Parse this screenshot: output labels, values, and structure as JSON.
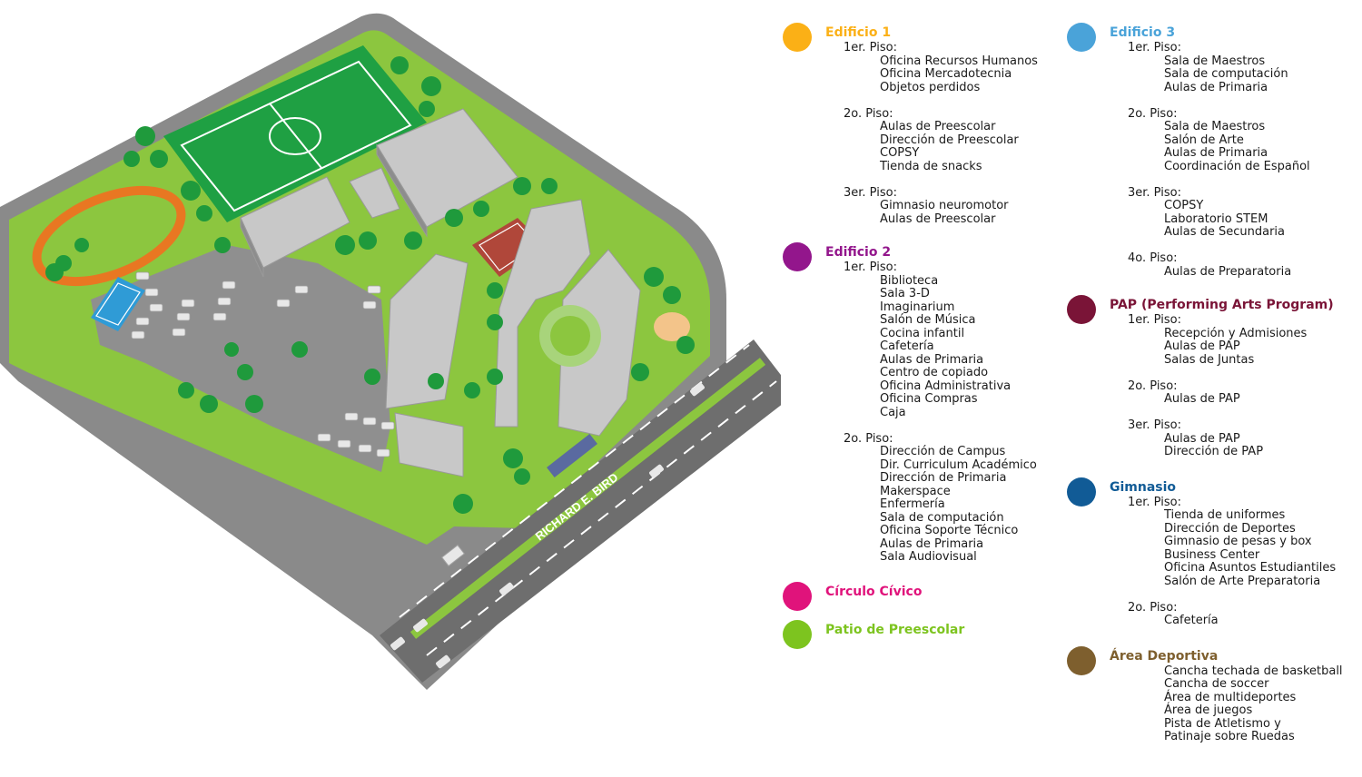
{
  "map": {
    "street_label": "RICHARD E. BIRD",
    "colors": {
      "road": "#8a8a8a",
      "grass": "#8cc63f",
      "field": "#1fa043",
      "track": "#e87722",
      "building": "#c8c8c8",
      "court": "#2f9bd6"
    }
  },
  "legend": {
    "col1": [
      {
        "title": "Edificio 1",
        "color": "#fbb016",
        "floors": [
          {
            "label": "1er. Piso:",
            "items": [
              "Oficina Recursos Humanos",
              "Oficina Mercadotecnia",
              "Objetos perdidos"
            ]
          },
          {
            "label": "2o. Piso:",
            "items": [
              "Aulas de Preescolar",
              "Dirección de Preescolar",
              "COPSY",
              "Tienda de snacks"
            ]
          },
          {
            "label": "3er. Piso:",
            "items": [
              "Gimnasio neuromotor",
              "Aulas de Preescolar"
            ]
          }
        ]
      },
      {
        "title": "Edificio 2",
        "color": "#93168c",
        "floors": [
          {
            "label": "1er. Piso:",
            "items": [
              "Biblioteca",
              "Sala 3-D",
              "Imaginarium",
              "Salón de Música",
              "Cocina infantil",
              "Cafetería",
              "Aulas de Primaria",
              "Centro de copiado",
              "Oficina Administrativa",
              "Oficina Compras",
              "Caja"
            ]
          },
          {
            "label": "2o. Piso:",
            "items": [
              "Dirección de Campus",
              "Dir. Curriculum Académico",
              "Dirección de Primaria",
              "Makerspace",
              "Enfermería",
              "Sala de computación",
              "Oficina Soporte Técnico",
              "Aulas de Primaria",
              "Sala Audiovisual"
            ]
          }
        ]
      },
      {
        "title": "Círculo Cívico",
        "color": "#e0137b",
        "floors": []
      },
      {
        "title": "Patio de Preescolar",
        "color": "#7dc41f",
        "floors": []
      }
    ],
    "col2": [
      {
        "title": "Edificio 3",
        "color": "#4aa3d9",
        "floors": [
          {
            "label": "1er. Piso:",
            "items": [
              "Sala de Maestros",
              "Sala de computación",
              "Aulas de Primaria"
            ]
          },
          {
            "label": "2o. Piso:",
            "items": [
              "Sala de Maestros",
              "Salón de Arte",
              "Aulas de Primaria",
              "Coordinación de Español"
            ]
          },
          {
            "label": "3er. Piso:",
            "items": [
              "COPSY",
              "Laboratorio STEM",
              "Aulas de Secundaria"
            ]
          },
          {
            "label": "4o. Piso:",
            "items": [
              "Aulas de Preparatoria"
            ]
          }
        ]
      },
      {
        "title": "PAP (Performing Arts Program)",
        "color": "#7a1437",
        "floors": [
          {
            "label": "1er. Piso:",
            "items": [
              "Recepción y Admisiones",
              "Aulas de PAP",
              "Salas de Juntas"
            ]
          },
          {
            "label": "2o. Piso:",
            "items": [
              "Aulas de PAP"
            ]
          },
          {
            "label": "3er. Piso:",
            "items": [
              "Aulas de PAP",
              "Dirección de PAP"
            ]
          }
        ]
      },
      {
        "title": "Gimnasio",
        "color": "#115b96",
        "floors": [
          {
            "label": "1er. Piso:",
            "items": [
              "Tienda de uniformes",
              "Dirección de Deportes",
              "Gimnasio de pesas y box",
              "Business Center",
              "Oficina Asuntos Estudiantiles",
              "Salón de Arte Preparatoria"
            ]
          },
          {
            "label": "2o. Piso:",
            "items": [
              "Cafetería"
            ]
          }
        ]
      },
      {
        "title": "Área Deportiva",
        "color": "#7e5f2e",
        "floors": [
          {
            "label": "",
            "items": [
              "Cancha techada de basketball",
              "Cancha de soccer",
              "Área de multideportes",
              "Área de juegos",
              "Pista de Atletismo y",
              "Patinaje sobre Ruedas"
            ]
          }
        ]
      }
    ]
  }
}
